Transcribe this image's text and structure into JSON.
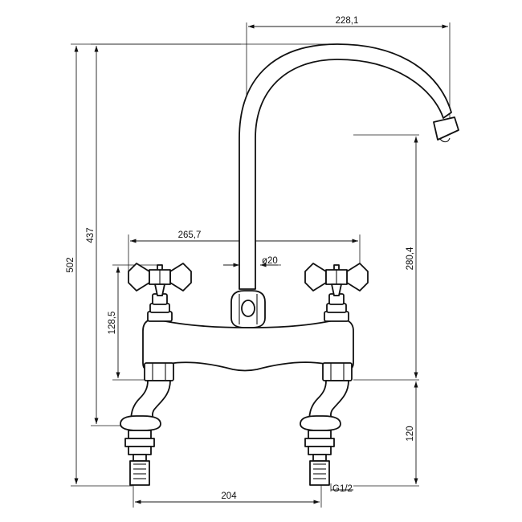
{
  "dimensions": {
    "total_height": "502",
    "spout_height": "437",
    "spout_reach": "228,1",
    "spout_outlet_height": "280,4",
    "body_width": "265,7",
    "spout_diameter": "ø20",
    "handle_height": "128,5",
    "base_to_body": "120",
    "centers": "204",
    "thread": "G1/2"
  }
}
